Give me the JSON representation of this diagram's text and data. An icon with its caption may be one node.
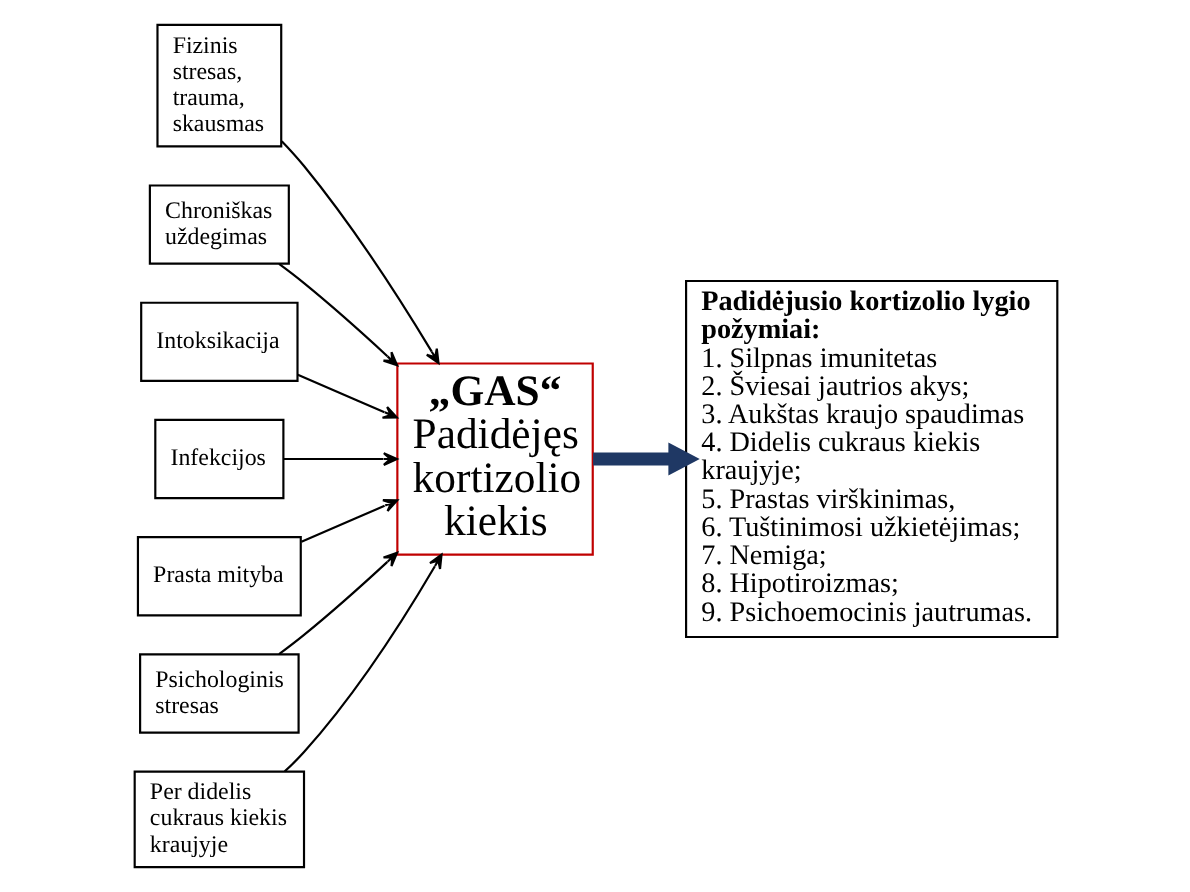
{
  "diagram": {
    "nodes": [
      {
        "text": [
          "Fizinis stresas, trauma, skausmas"
        ]
      },
      {
        "text": [
          "Chroniškas uždegimas"
        ]
      },
      {
        "text": [
          "Intoksikacija"
        ]
      },
      {
        "text": [
          "Infekcijos"
        ]
      },
      {
        "text": [
          "Prasta mityba"
        ]
      },
      {
        "text": [
          "Psichologinis stresas"
        ]
      },
      {
        "text": [
          "Per didelis cukraus kiekis kraujyje"
        ]
      },
      {
        "text": [
          "„GAS“",
          "Padidėjęs kortizolio kiekis"
        ]
      },
      {
        "text": [
          "Padidėjusio kortizolio lygio požymiai:",
          "1. Silpnas imunitetas",
          "2. Šviesai jautrios akys;",
          "3. Aukštas kraujo spaudimas",
          "4. Didelis cukraus kiekis kraujyje;",
          "5. Prastas virškinimas,",
          "6. Tuštinimosi užkietėjimas;",
          "7. Nemiga;",
          "8. Hipotiroizmas;",
          "9. Psichoemocinis jautrumas."
        ]
      }
    ],
    "edges": [
      {
        "from": 0,
        "to": 7,
        "arrow": "to"
      },
      {
        "from": 1,
        "to": 7,
        "arrow": "to"
      },
      {
        "from": 2,
        "to": 7,
        "arrow": "to"
      },
      {
        "from": 3,
        "to": 7,
        "arrow": "to"
      },
      {
        "from": 4,
        "to": 7,
        "arrow": "to"
      },
      {
        "from": 5,
        "to": 7,
        "arrow": "to"
      },
      {
        "from": 6,
        "to": 7,
        "arrow": "to"
      },
      {
        "from": 7,
        "to": 8,
        "arrow": "to",
        "style": "thick",
        "color": "#1f3864"
      }
    ]
  }
}
